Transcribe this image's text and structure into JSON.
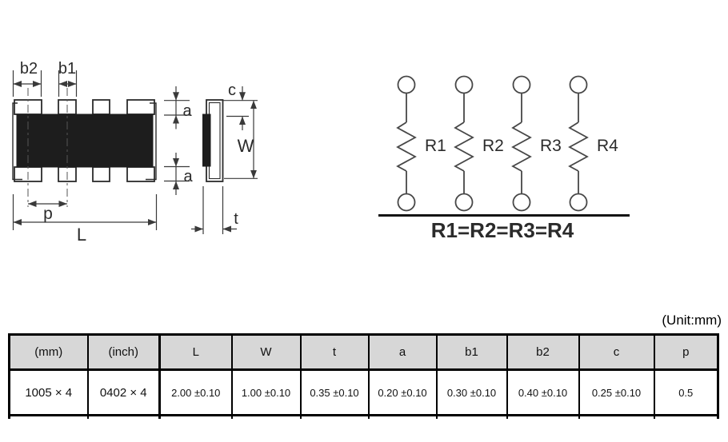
{
  "unit_label": "(Unit:mm)",
  "package_drawing": {
    "dim_labels": {
      "b2": "b2",
      "b1": "b1",
      "a_top": "a",
      "a_bottom": "a",
      "p": "p",
      "L": "L",
      "c": "c",
      "W": "W",
      "t": "t"
    }
  },
  "schematic": {
    "resistor_labels": [
      "R1",
      "R2",
      "R3",
      "R4"
    ],
    "caption": "R1=R2=R3=R4"
  },
  "table": {
    "headers": [
      "(mm)",
      "(inch)",
      "L",
      "W",
      "t",
      "a",
      "b1",
      "b2",
      "c",
      "p"
    ],
    "row": [
      "1005 × 4",
      "0402 × 4",
      "2.00 ±0.10",
      "1.00 ±0.10",
      "0.35 ±0.10",
      "0.20 ±0.10",
      "0.30 ±0.10",
      "0.40 ±0.10",
      "0.25 ±0.10",
      "0.5"
    ]
  },
  "colors": {
    "body_fill": "#1d1d1d",
    "drawing_line": "#3a3a3a",
    "table_border": "#000000",
    "header_bg": "#d7d7d7"
  }
}
